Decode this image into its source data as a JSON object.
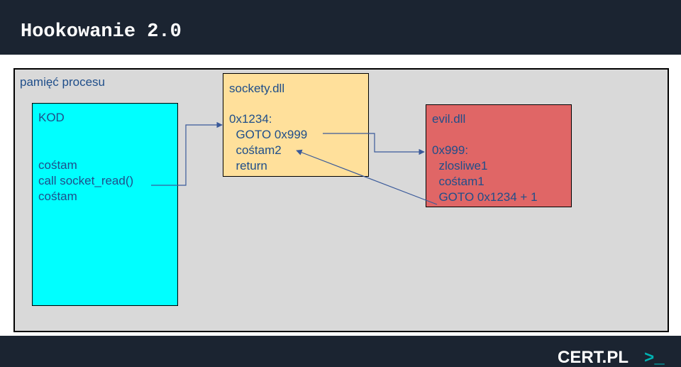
{
  "title": "Hookowanie 2.0",
  "memory_label": "pamięć procesu",
  "code_block": {
    "label": "KOD",
    "lines": [
      "cośtam",
      "call socket_read()",
      "cośtam"
    ]
  },
  "sockety_dll": {
    "label": "sockety.dll",
    "lines": [
      "0x1234:",
      "  GOTO 0x999",
      "  cośtam2",
      "  return"
    ]
  },
  "evil_dll": {
    "label": "evil.dll",
    "lines": [
      "0x999:",
      "  zlosliwe1",
      "  cośtam1",
      "  GOTO 0x1234 + 1"
    ]
  },
  "logo": {
    "text": "CERT.PL",
    "suffix": ">_"
  },
  "colors": {
    "header": "#1b2431",
    "memory_fill": "#d9d9d9",
    "code_fill": "#00ffff",
    "sockety_fill": "#ffe09b",
    "evil_fill": "#e06666",
    "diagram_text": "#1f4e8a",
    "arrow": "#3a5a9a",
    "logo_accent": "#00b2b2"
  }
}
